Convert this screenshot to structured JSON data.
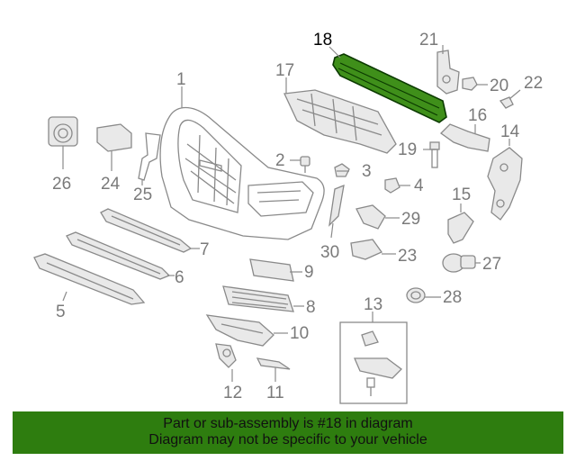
{
  "diagram": {
    "highlight_color": "#2e7d0f",
    "callouts": [
      {
        "id": "c1",
        "label": "1"
      },
      {
        "id": "c2",
        "label": "2"
      },
      {
        "id": "c3",
        "label": "3"
      },
      {
        "id": "c4",
        "label": "4"
      },
      {
        "id": "c5",
        "label": "5"
      },
      {
        "id": "c6",
        "label": "6"
      },
      {
        "id": "c7",
        "label": "7"
      },
      {
        "id": "c8",
        "label": "8"
      },
      {
        "id": "c9",
        "label": "9"
      },
      {
        "id": "c10",
        "label": "10"
      },
      {
        "id": "c11",
        "label": "11"
      },
      {
        "id": "c12",
        "label": "12"
      },
      {
        "id": "c13",
        "label": "13"
      },
      {
        "id": "c14",
        "label": "14"
      },
      {
        "id": "c15",
        "label": "15"
      },
      {
        "id": "c16",
        "label": "16"
      },
      {
        "id": "c17",
        "label": "17"
      },
      {
        "id": "c18",
        "label": "18"
      },
      {
        "id": "c19",
        "label": "19"
      },
      {
        "id": "c20",
        "label": "20"
      },
      {
        "id": "c21",
        "label": "21"
      },
      {
        "id": "c22",
        "label": "22"
      },
      {
        "id": "c23",
        "label": "23"
      },
      {
        "id": "c24",
        "label": "24"
      },
      {
        "id": "c25",
        "label": "25"
      },
      {
        "id": "c26",
        "label": "26"
      },
      {
        "id": "c27",
        "label": "27"
      },
      {
        "id": "c28",
        "label": "28"
      },
      {
        "id": "c29",
        "label": "29"
      },
      {
        "id": "c30",
        "label": "30"
      }
    ]
  },
  "banner": {
    "line1": "Part or sub-assembly is #18 in diagram",
    "line2": "Diagram may not be specific to your vehicle",
    "background": "#2e7d0f"
  }
}
